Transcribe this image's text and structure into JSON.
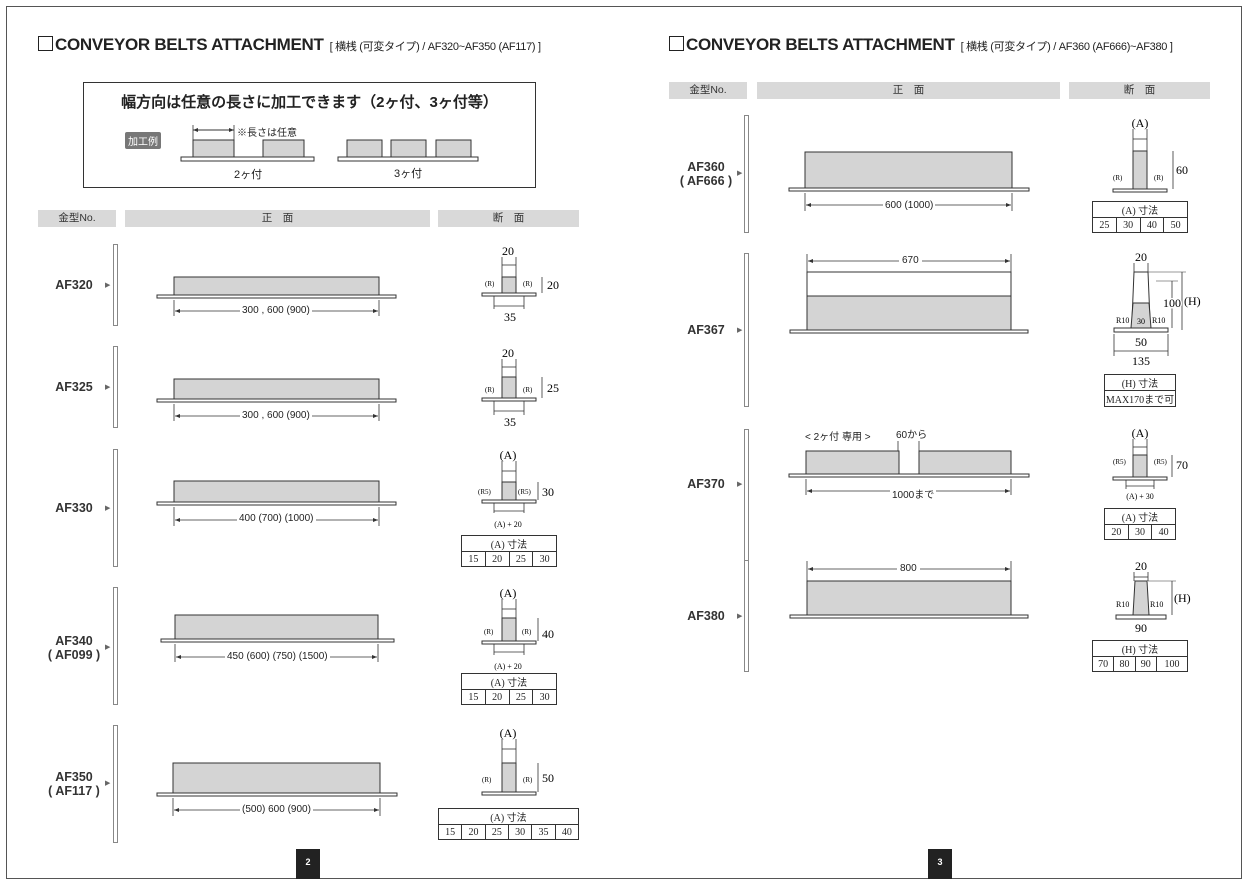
{
  "left": {
    "title": "CONVEYOR BELTS ATTACHMENT",
    "subtitle": "[ 横桟 (可変タイプ) / AF320~AF350 (AF117) ]",
    "inset": {
      "heading": "幅方向は任意の長さに加工できます（2ヶ付、3ヶ付等）",
      "example_tag": "加工例",
      "note": "※長さは任意",
      "label_2": "2ヶ付",
      "label_3": "3ヶ付"
    },
    "headers": {
      "model": "金型No.",
      "front": "正　面",
      "section": "断　面"
    },
    "rows": [
      {
        "model": "AF320",
        "dim": "300 , 600 (900)",
        "top": "20",
        "side": "20",
        "bottom": "35",
        "r": "(R)"
      },
      {
        "model": "AF325",
        "dim": "300 , 600 (900)",
        "top": "20",
        "side": "25",
        "bottom": "35",
        "r": "(R)"
      },
      {
        "model": "AF330",
        "dim": "400 (700) (1000)",
        "top": "(A)",
        "side": "30",
        "bottom": "(A) + 20",
        "r": "(R5)",
        "table_head": "(A) 寸法",
        "table_vals": [
          "15",
          "20",
          "25",
          "30"
        ]
      },
      {
        "model": "AF340",
        "model2": "( AF099 )",
        "dim": "450 (600) (750) (1500)",
        "top": "(A)",
        "side": "40",
        "bottom": "(A) + 20",
        "r": "(R)",
        "table_head": "(A) 寸法",
        "table_vals": [
          "15",
          "20",
          "25",
          "30"
        ]
      },
      {
        "model": "AF350",
        "model2": "( AF117 )",
        "dim": "(500) 600 (900)",
        "top": "(A)",
        "side": "50",
        "r": "(R)",
        "table_head": "(A) 寸法",
        "table_vals": [
          "15",
          "20",
          "25",
          "30",
          "35",
          "40"
        ]
      }
    ],
    "page_number": "2"
  },
  "right": {
    "title": "CONVEYOR BELTS ATTACHMENT",
    "subtitle": "[ 横桟 (可変タイプ) / AF360 (AF666)~AF380 ]",
    "headers": {
      "model": "金型No.",
      "front": "正　面",
      "section": "断　面"
    },
    "rows": [
      {
        "model": "AF360",
        "model2": "( AF666 )",
        "dim": "600 (1000)",
        "top": "(A)",
        "side": "60",
        "r": "(R)",
        "table_head": "(A) 寸法",
        "table_vals": [
          "25",
          "30",
          "40",
          "50"
        ]
      },
      {
        "model": "AF367",
        "dim": "670",
        "top": "20",
        "side": "100",
        "h": "(H)",
        "r": "R10",
        "mid": "30",
        "bottom": "50",
        "base": "135",
        "table_head": "(H) 寸法",
        "table_vals": [
          "MAX170まで可"
        ]
      },
      {
        "model": "AF370",
        "dim": "1000まで",
        "note": "< 2ヶ付 専用 >",
        "gap": "60から",
        "top": "(A)",
        "side": "70",
        "bottom": "(A) + 30",
        "r": "(R5)",
        "table_head": "(A) 寸法",
        "table_vals": [
          "20",
          "30",
          "40"
        ]
      },
      {
        "model": "AF380",
        "dim": "800",
        "top": "20",
        "h": "(H)",
        "r": "R10",
        "bottom": "90",
        "table_head": "(H) 寸法",
        "table_vals": [
          "70",
          "80",
          "90",
          "100"
        ]
      }
    ],
    "page_number": "3"
  },
  "colors": {
    "fill": "#d4d4d4",
    "header_bg": "#d9d9d9",
    "line": "#333333",
    "page_tab": "#222222"
  }
}
